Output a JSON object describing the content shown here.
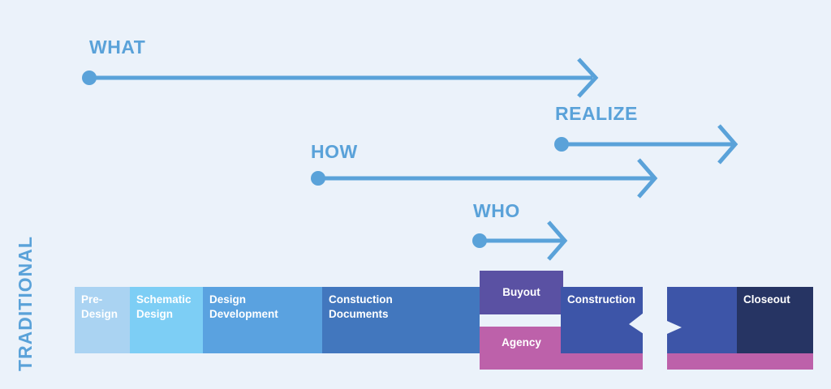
{
  "colors": {
    "background": "#ebf2fa",
    "accent": "#5aa2d9",
    "text_light": "#ffffff",
    "pre_design": "#aad3f2",
    "schematic": "#7dcef5",
    "design_development": "#5aa2e0",
    "construction_documents": "#4277be",
    "buyout": "#5a51a3",
    "agency": "#bd61aa",
    "construction": "#3d55a8",
    "closeout": "#263463"
  },
  "arrows": [
    {
      "label": "WHAT",
      "color": "#5aa2d9"
    },
    {
      "label": "REALIZE",
      "color": "#5aa2d9"
    },
    {
      "label": "HOW",
      "color": "#5aa2d9"
    },
    {
      "label": "WHO",
      "color": "#5aa2d9"
    }
  ],
  "side_label": "TRADITIONAL",
  "phases": {
    "pre_design": [
      "Pre-",
      "Design"
    ],
    "schematic": [
      "Schematic",
      "Design"
    ],
    "design_development": [
      "Design",
      "Development"
    ],
    "construction_documents": [
      "Constuction",
      "Documents"
    ],
    "buyout": "Buyout",
    "agency": "Agency",
    "construction": "Construction",
    "closeout": "Closeout"
  }
}
